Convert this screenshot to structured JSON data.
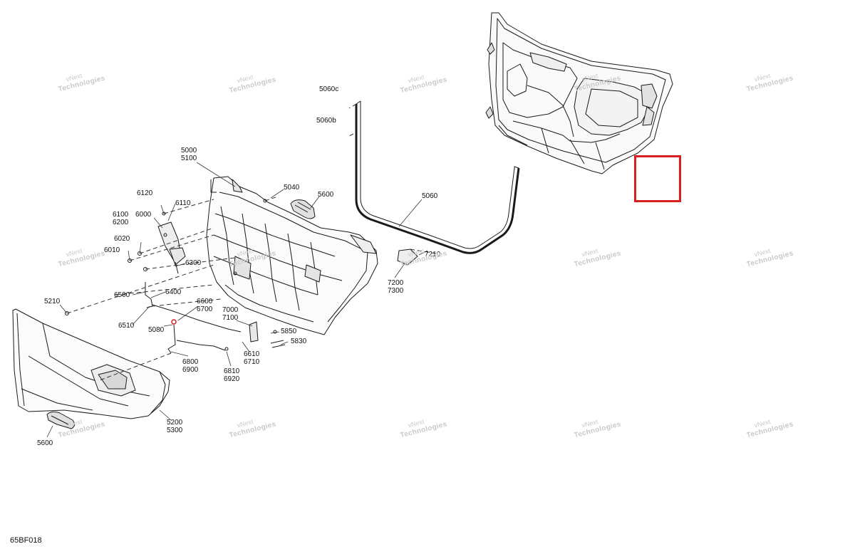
{
  "figure_code": "65BF018",
  "watermark": {
    "line1": "vNext",
    "line2": "Technologies"
  },
  "watermark_alt": {
    "line1": "vNext Technologies",
    "line2": "Technologies"
  },
  "colors": {
    "line": "#1a1a1a",
    "highlight": "#d81e1e",
    "watermark": "#c9c9c9"
  },
  "part_labels": [
    {
      "id": "l5060c",
      "text": "5060c"
    },
    {
      "id": "l5060b",
      "text": "5060b"
    },
    {
      "id": "l5000",
      "text": "5000"
    },
    {
      "id": "l5100",
      "text": "5100"
    },
    {
      "id": "l5040",
      "text": "5040"
    },
    {
      "id": "l5600a",
      "text": "5600"
    },
    {
      "id": "l5060",
      "text": "5060"
    },
    {
      "id": "l6120",
      "text": "6120"
    },
    {
      "id": "l6110",
      "text": "6110"
    },
    {
      "id": "l6100",
      "text": "6100"
    },
    {
      "id": "l6000",
      "text": "6000"
    },
    {
      "id": "l6200",
      "text": "6200"
    },
    {
      "id": "l6020",
      "text": "6020"
    },
    {
      "id": "l6010",
      "text": "6010"
    },
    {
      "id": "l6300",
      "text": "6300"
    },
    {
      "id": "l6500",
      "text": "6500"
    },
    {
      "id": "l6400",
      "text": "6400"
    },
    {
      "id": "l5210",
      "text": "5210"
    },
    {
      "id": "l6600",
      "text": "6600"
    },
    {
      "id": "l6700",
      "text": "6700"
    },
    {
      "id": "l7000",
      "text": "7000"
    },
    {
      "id": "l7100",
      "text": "7100"
    },
    {
      "id": "l6510",
      "text": "6510"
    },
    {
      "id": "l5080",
      "text": "5080"
    },
    {
      "id": "l5850",
      "text": "5850"
    },
    {
      "id": "l5830",
      "text": "5830"
    },
    {
      "id": "l6610",
      "text": "6610"
    },
    {
      "id": "l6710",
      "text": "6710"
    },
    {
      "id": "l6800",
      "text": "6800"
    },
    {
      "id": "l6900",
      "text": "6900"
    },
    {
      "id": "l6810",
      "text": "6810"
    },
    {
      "id": "l6920",
      "text": "6920"
    },
    {
      "id": "l7210",
      "text": "7210"
    },
    {
      "id": "l7200",
      "text": "7200"
    },
    {
      "id": "l7300",
      "text": "7300"
    },
    {
      "id": "l5200",
      "text": "5200"
    },
    {
      "id": "l5300",
      "text": "5300"
    },
    {
      "id": "l5600b",
      "text": "5600"
    }
  ]
}
